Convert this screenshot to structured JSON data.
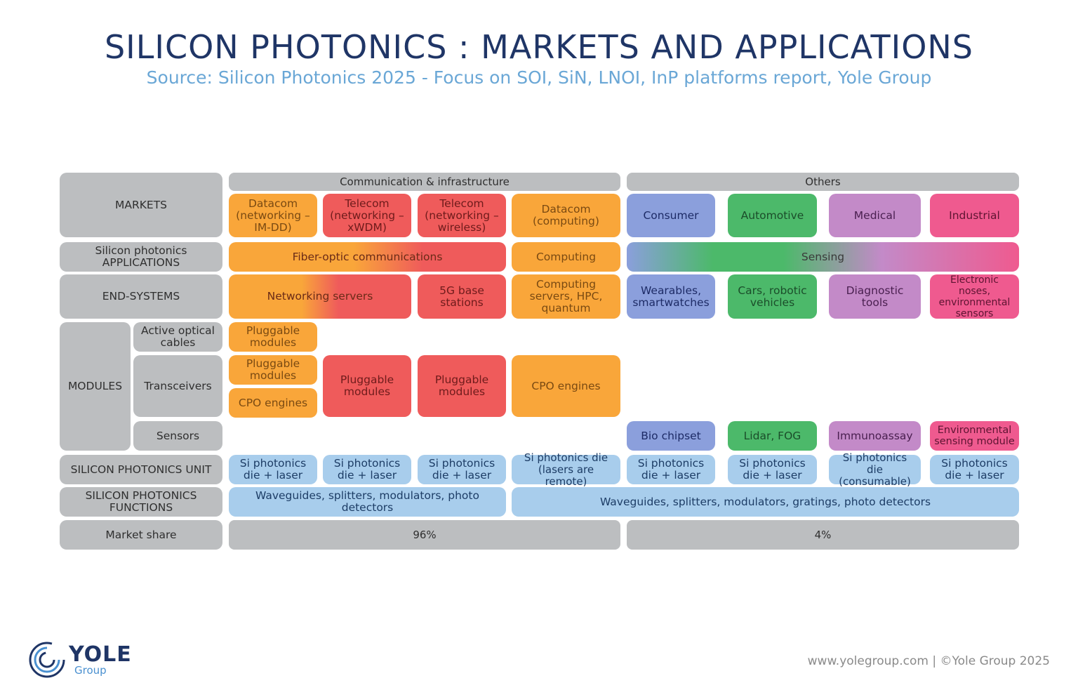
{
  "title": "SILICON PHOTONICS : MARKETS AND APPLICATIONS",
  "subtitle": "Source: Silicon Photonics 2025 - Focus on SOI, SiN, LNOI, InP platforms report, Yole Group",
  "row_labels": {
    "markets": "MARKETS",
    "applications": "Silicon photonics APPLICATIONS",
    "end_systems": "END-SYSTEMS",
    "modules": "MODULES",
    "active_optical_cables": "Active optical cables",
    "transceivers": "Transceivers",
    "sensors": "Sensors",
    "unit": "SILICON PHOTONICS UNIT",
    "functions": "SILICON PHOTONICS FUNCTIONS",
    "market_share": "Market share"
  },
  "groups": {
    "communication": "Communication & infrastructure",
    "others": "Others"
  },
  "markets": [
    "Datacom (networking – IM-DD)",
    "Telecom (networking – xWDM)",
    "Telecom (networking – wireless)",
    "Datacom (computing)",
    "Consumer",
    "Automotive",
    "Medical",
    "Industrial"
  ],
  "applications": {
    "fiber": "Fiber-optic communications",
    "computing": "Computing",
    "sensing": "Sensing"
  },
  "end_systems": [
    "Networking servers",
    "5G base stations",
    "Computing servers, HPC, quantum",
    "Wearables, smartwatches",
    "Cars, robotic vehicles",
    "Diagnostic tools",
    "Electronic noses, environmental sensors"
  ],
  "modules": {
    "aoc_pluggable": "Pluggable modules",
    "trx_pluggable": "Pluggable modules",
    "trx_cpo": "CPO engines",
    "telecom_xwdm": "Pluggable modules",
    "telecom_wireless": "Pluggable modules",
    "computing": "CPO engines",
    "sensors": [
      "Bio chipset",
      "Lidar, FOG",
      "Immunoassay",
      "Environmental sensing module"
    ]
  },
  "units": [
    "Si photonics die + laser",
    "Si photonics die + laser",
    "Si photonics die + laser",
    "Si photonics die (lasers are remote)",
    "Si photonics die + laser",
    "Si photonics die + laser",
    "Si photonics die (consumable)",
    "Si photonics die + laser"
  ],
  "functions": {
    "communication": "Waveguides, splitters, modulators, photo detectors",
    "others": "Waveguides, splitters, modulators, gratings, photo detectors"
  },
  "market_share": {
    "communication": "96%",
    "others": "4%"
  },
  "footer": {
    "credit": "www.yolegroup.com | ©Yole Group 2025",
    "logo_name": "YOLE",
    "logo_sub": "Group"
  },
  "colors": {
    "orange": "#f9a63a",
    "red": "#ef5b5b",
    "blue": "#8b9fdc",
    "green": "#4cb96a",
    "purple": "#c38ac8",
    "pink": "#ef5a8f",
    "light_blue": "#a8cdec",
    "grey": "#bcbec0",
    "title": "#1f3566"
  }
}
